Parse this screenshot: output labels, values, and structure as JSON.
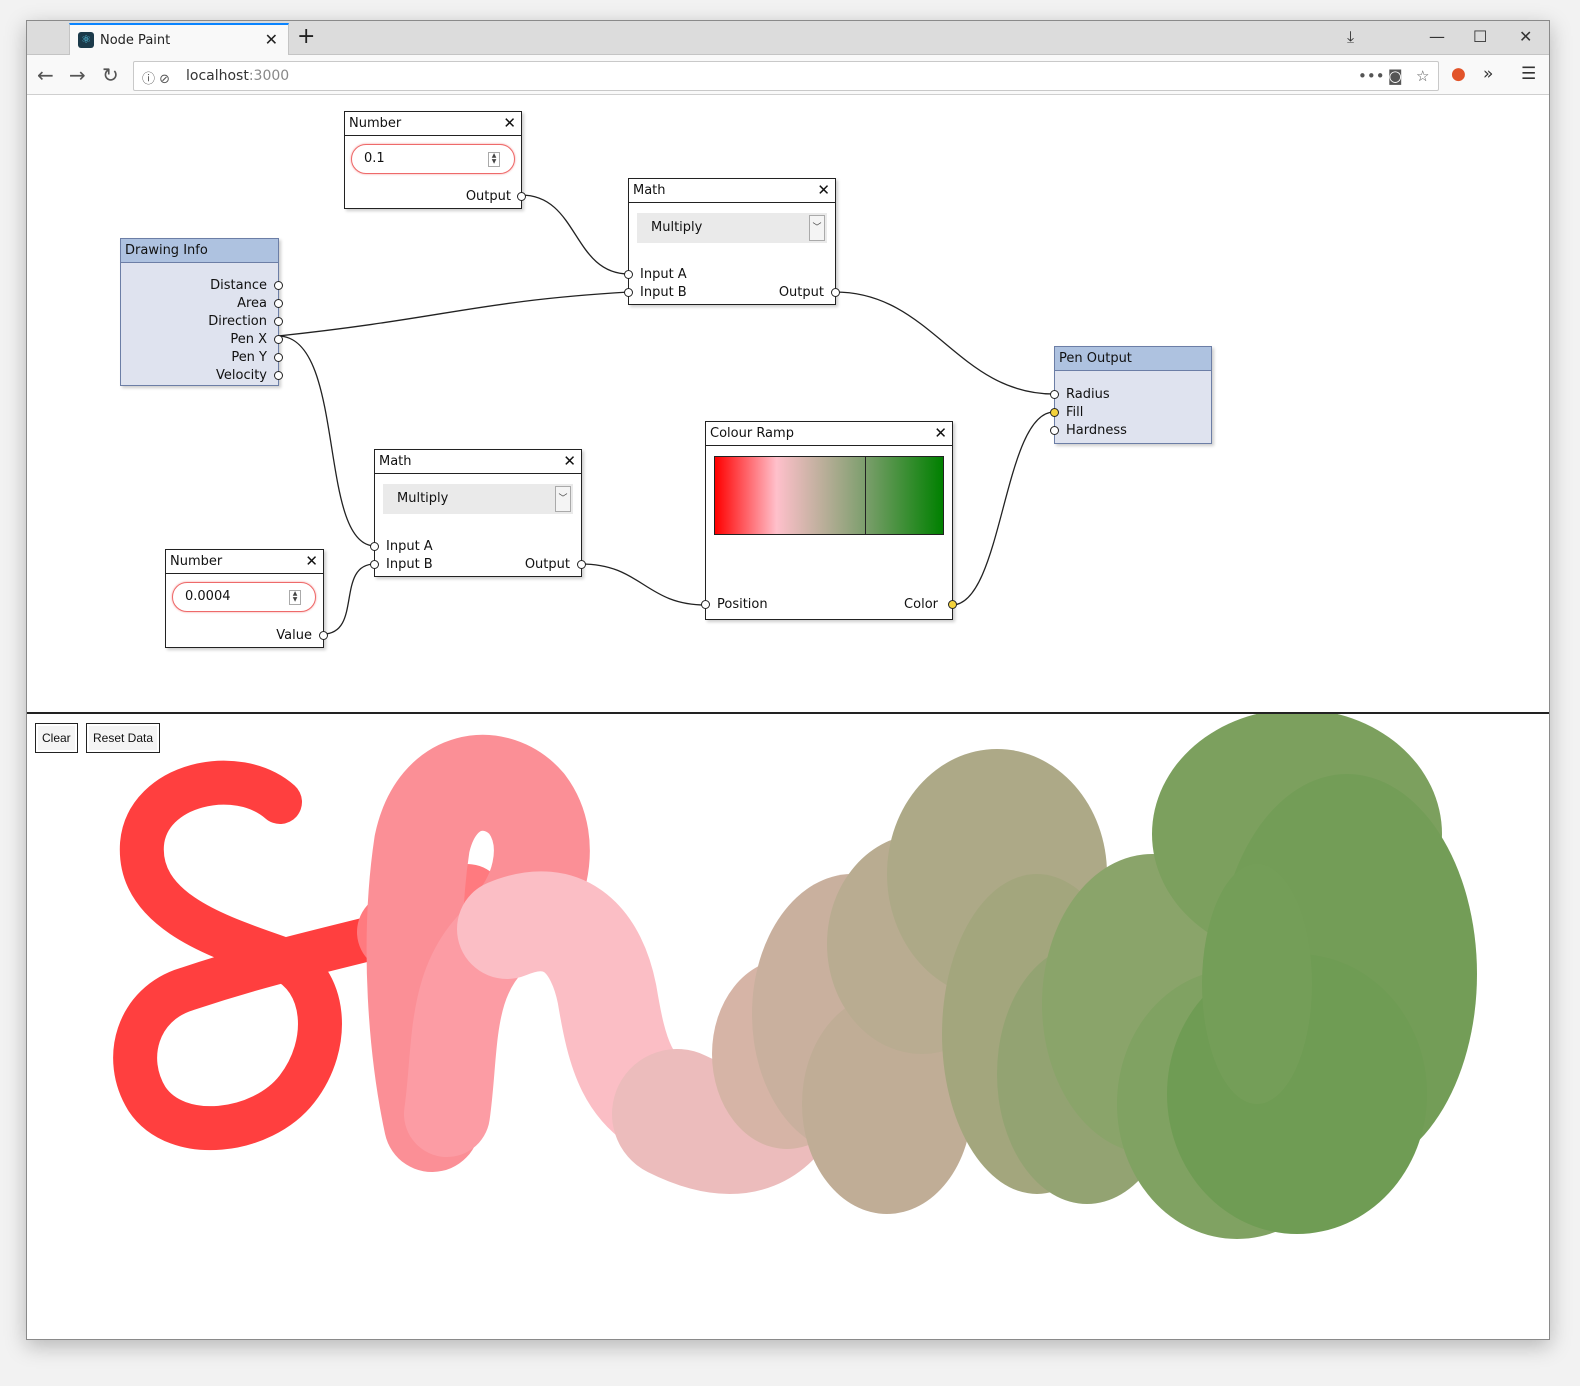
{
  "browser": {
    "tab_title": "Node Paint",
    "new_tab": "+",
    "url_host": "localhost",
    "url_port": ":3000",
    "page_actions": "•••",
    "colors": {
      "tab_accent": "#0a84ff"
    }
  },
  "nodes": {
    "number1": {
      "title": "Number",
      "value": "0.1",
      "output": "Output"
    },
    "math1": {
      "title": "Math",
      "operation": "Multiply",
      "input_a": "Input A",
      "input_b": "Input B",
      "output": "Output"
    },
    "drawing_info": {
      "title": "Drawing Info",
      "outputs": [
        "Distance",
        "Area",
        "Direction",
        "Pen X",
        "Pen Y",
        "Velocity"
      ]
    },
    "pen_output": {
      "title": "Pen Output",
      "inputs": [
        "Radius",
        "Fill",
        "Hardness"
      ]
    },
    "colour_ramp": {
      "title": "Colour Ramp",
      "input": "Position",
      "output": "Color",
      "stops": [
        "#ff0000",
        "#ffc0cb",
        "#7f9f6f",
        "#008000"
      ]
    },
    "math2": {
      "title": "Math",
      "operation": "Multiply",
      "input_a": "Input A",
      "input_b": "Input B",
      "output": "Output"
    },
    "number2": {
      "title": "Number",
      "value": "0.0004",
      "output": "Value"
    }
  },
  "toolbar": {
    "clear_label": "Clear",
    "reset_label": "Reset Data"
  },
  "colors": {
    "node_header_blue": "#aec2e0",
    "node_body_blue": "#dfe3ef",
    "port_active": "#f3d23c",
    "invalid_input": "#ee6a6a"
  }
}
